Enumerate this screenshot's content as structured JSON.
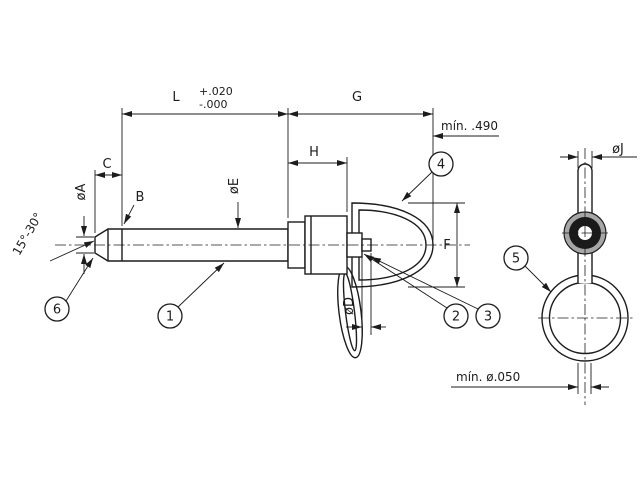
{
  "labels": {
    "dim_L": "L",
    "tol_plus": "+.020",
    "tol_minus": "-.000",
    "dim_G": "G",
    "dim_H": "H",
    "dim_C": "C",
    "dim_B": "B",
    "dim_F": "F",
    "dia_A": "øA",
    "dia_E": "øE",
    "dia_D": "øD",
    "dia_J": "øJ",
    "min_ring_clearance": "mín. .490",
    "min_wire_diameter": "mín. ø.050",
    "chamfer_angle": "15°-30°"
  },
  "balloons": [
    {
      "n": "1"
    },
    {
      "n": "2"
    },
    {
      "n": "3"
    },
    {
      "n": "4"
    },
    {
      "n": "5"
    },
    {
      "n": "6"
    }
  ],
  "colors": {
    "line": "#1c1c1c",
    "background": "#ffffff",
    "grommet_dark": "#1a1a1a",
    "grommet_gray": "#a6a6a6"
  }
}
